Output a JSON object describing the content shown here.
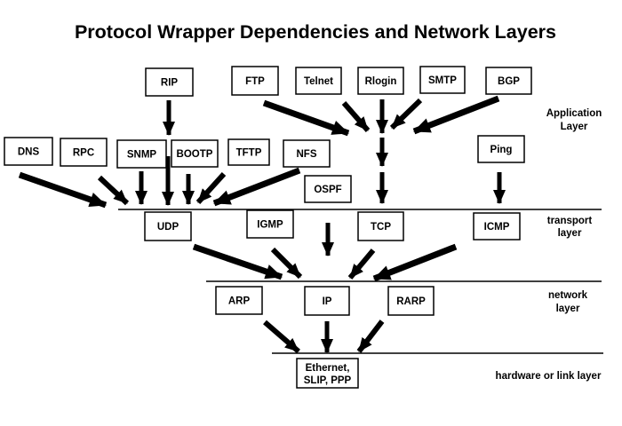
{
  "title": "Protocol Wrapper Dependencies and Network Layers",
  "colors": {
    "foreground": "#000000",
    "background": "#ffffff"
  },
  "nodes": {
    "rip": "RIP",
    "ftp": "FTP",
    "telnet": "Telnet",
    "rlogin": "Rlogin",
    "smtp": "SMTP",
    "bgp": "BGP",
    "dns": "DNS",
    "rpc": "RPC",
    "snmp": "SNMP",
    "bootp": "BOOTP",
    "tftp": "TFTP",
    "nfs": "NFS",
    "ping": "Ping",
    "ospf": "OSPF",
    "udp": "UDP",
    "igmp": "IGMP",
    "tcp": "TCP",
    "icmp": "ICMP",
    "arp": "ARP",
    "ip": "IP",
    "rarp": "RARP",
    "ethernet_line1": "Ethernet,",
    "ethernet_line2": "SLIP, PPP"
  },
  "layers": {
    "application": {
      "line1": "Application",
      "line2": "Layer"
    },
    "transport": {
      "line1": "transport",
      "line2": "layer"
    },
    "network": {
      "line1": "network",
      "line2": "layer"
    },
    "hardware": {
      "label": "hardware or link layer"
    }
  },
  "edges": [
    {
      "from": "RIP",
      "to": "UDP"
    },
    {
      "from": "DNS",
      "to": "UDP"
    },
    {
      "from": "RPC",
      "to": "UDP"
    },
    {
      "from": "SNMP",
      "to": "UDP"
    },
    {
      "from": "BOOTP",
      "to": "UDP"
    },
    {
      "from": "TFTP",
      "to": "UDP"
    },
    {
      "from": "NFS",
      "to": "UDP"
    },
    {
      "from": "FTP",
      "to": "TCP"
    },
    {
      "from": "Telnet",
      "to": "TCP"
    },
    {
      "from": "Rlogin",
      "to": "TCP"
    },
    {
      "from": "SMTP",
      "to": "TCP"
    },
    {
      "from": "BGP",
      "to": "TCP"
    },
    {
      "from": "Ping",
      "to": "ICMP"
    },
    {
      "from": "UDP",
      "to": "IP"
    },
    {
      "from": "IGMP",
      "to": "IP"
    },
    {
      "from": "TCP",
      "to": "IP"
    },
    {
      "from": "ICMP",
      "to": "IP"
    },
    {
      "from": "ARP",
      "to": "Ethernet, SLIP, PPP"
    },
    {
      "from": "IP",
      "to": "Ethernet, SLIP, PPP"
    },
    {
      "from": "RARP",
      "to": "Ethernet, SLIP, PPP"
    }
  ]
}
